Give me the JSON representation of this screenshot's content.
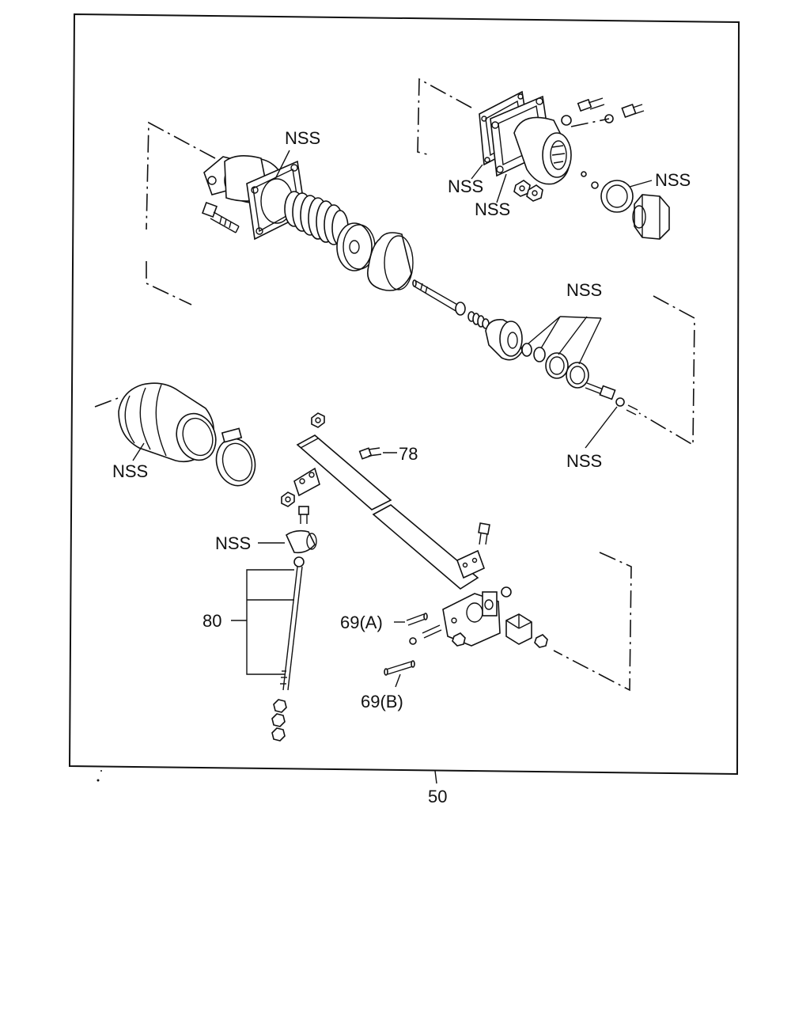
{
  "diagram": {
    "callouts": {
      "nss_housing": "NSS",
      "nss_flange_a": "NSS",
      "nss_flange_b": "NSS",
      "nss_plug": "NSS",
      "nss_rings": "NSS",
      "nss_nut": "NSS",
      "nss_boot": "NSS",
      "nss_bushing": "NSS",
      "part_78": "78",
      "part_80": "80",
      "part_69a": "69(A)",
      "part_69b": "69(B)",
      "assembly_50": "50"
    }
  }
}
